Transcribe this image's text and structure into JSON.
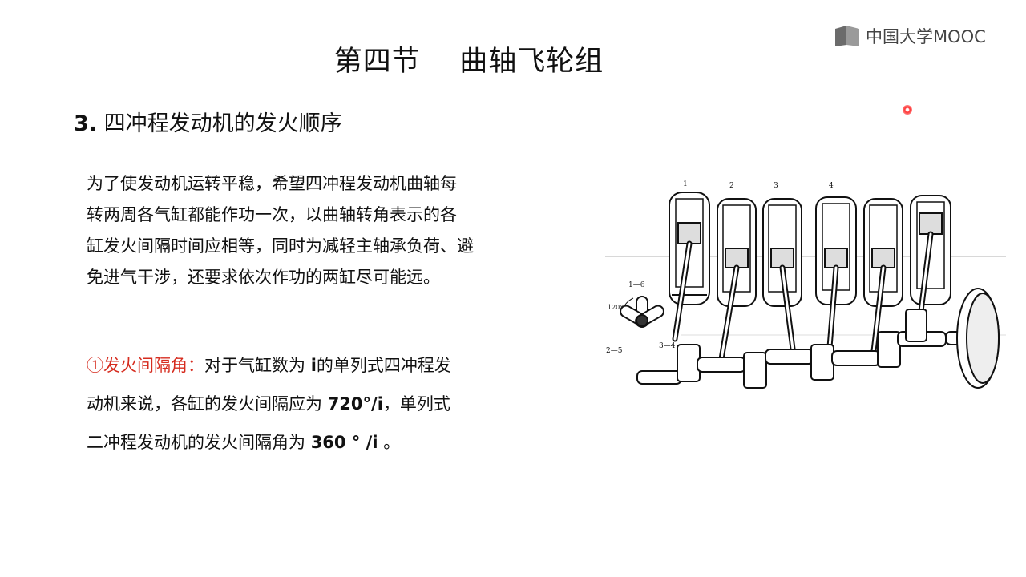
{
  "logo": {
    "text": "中国大学MOOC"
  },
  "title": "第四节    曲轴飞轮组",
  "section": {
    "number": "3.",
    "heading": "四冲程发动机的发火顺序"
  },
  "paragraph1": {
    "lines": [
      "为了使发动机运转平稳，希望四冲程发动机曲轴每",
      "转两周各气缸都能作功一次，以曲轴转角表示的各",
      "缸发火间隔时间应相等，同时为减轻主轴承负荷、避",
      "免进气干涉，还要求依次作功的两缸尽可能远。"
    ]
  },
  "paragraph2": {
    "term": "①发火间隔角：",
    "line1_a": "对于气缸数为 ",
    "line1_var": "i",
    "line1_b": "的单列式四冲程发",
    "line2_a": "动机来说，各缸的发火间隔应为 ",
    "line2_val": "720°/i",
    "line2_b": "，单列式",
    "line3_a": "二冲程发动机的发火间隔角为  ",
    "line3_val": "360 ° /i",
    "line3_b": " 。"
  },
  "diagram": {
    "cylinder_labels": [
      "1",
      "2",
      "3",
      "4"
    ],
    "crank_labels": {
      "top": "1—6",
      "angle": "120°",
      "left": "2—5",
      "right": "3—4"
    }
  },
  "colors": {
    "accent_red": "#d62c1f",
    "text": "#111111",
    "logo_gray": "#444444"
  }
}
